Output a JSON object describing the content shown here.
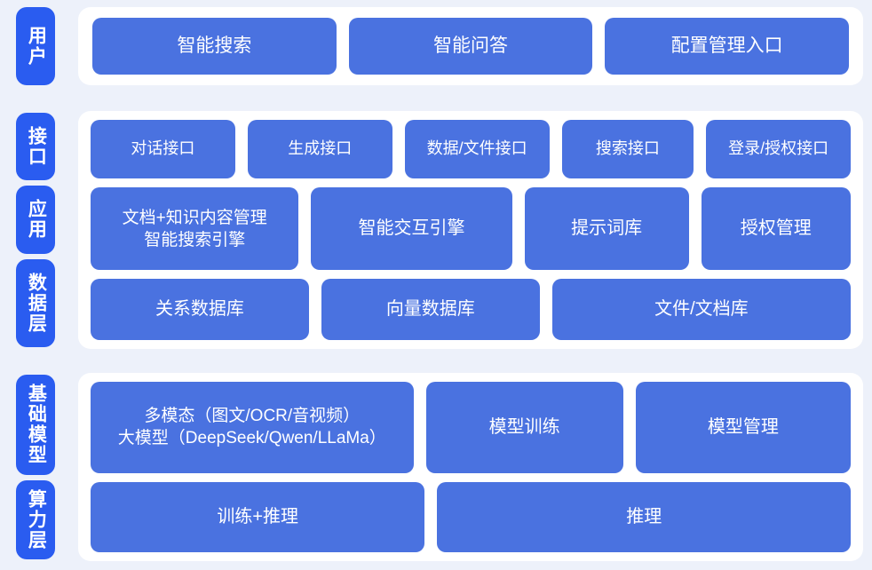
{
  "theme": {
    "page_background": "#edf1fa",
    "panel_background": "#ffffff",
    "card_blue": "#4a72e0",
    "rail_blue": "#2a5cf0",
    "text_color": "#ffffff"
  },
  "bands": {
    "user": {
      "rail": [
        {
          "label": "用户"
        }
      ],
      "rows": [
        {
          "cards": [
            {
              "label": "智能搜索"
            },
            {
              "label": "智能问答"
            },
            {
              "label": "配置管理入口"
            }
          ]
        }
      ]
    },
    "platform": {
      "rail": [
        {
          "label": "接口"
        },
        {
          "label": "应用"
        },
        {
          "label": "数据层"
        }
      ],
      "rows": [
        {
          "name": "interface-row",
          "cards": [
            {
              "label": "对话接口"
            },
            {
              "label": "生成接口"
            },
            {
              "label": "数据/文件接口"
            },
            {
              "label": "搜索接口"
            },
            {
              "label": "登录/授权接口"
            }
          ]
        },
        {
          "name": "application-row",
          "cards": [
            {
              "label": "文档+知识内容管理\n智能搜索引擎"
            },
            {
              "label": "智能交互引擎"
            },
            {
              "label": "提示词库"
            },
            {
              "label": "授权管理"
            }
          ]
        },
        {
          "name": "data-row",
          "cards": [
            {
              "label": "关系数据库"
            },
            {
              "label": "向量数据库"
            },
            {
              "label": "文件/文档库"
            }
          ]
        }
      ]
    },
    "infra": {
      "rail": [
        {
          "label": "基础模型"
        },
        {
          "label": "算力层"
        }
      ],
      "rows": [
        {
          "name": "base-model-row",
          "cards": [
            {
              "label": "多模态（图文/OCR/音视频）\n大模型（DeepSeek/Qwen/LLaMa）"
            },
            {
              "label": "模型训练"
            },
            {
              "label": "模型管理"
            }
          ]
        },
        {
          "name": "compute-row",
          "cards": [
            {
              "label": "训练+推理"
            },
            {
              "label": "推理"
            }
          ]
        }
      ]
    }
  }
}
